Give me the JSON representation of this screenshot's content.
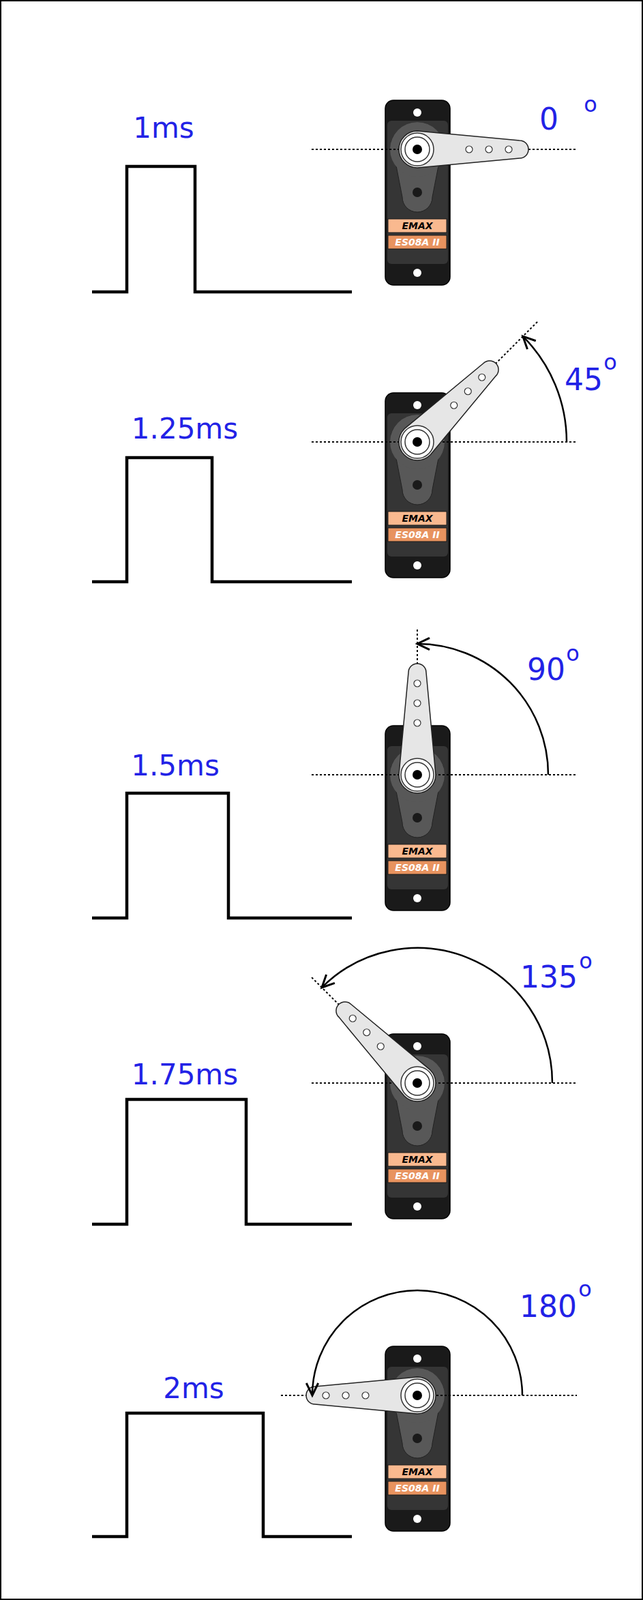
{
  "diagram": {
    "labels": [
      "1ms",
      "0",
      "o",
      "EMAX",
      "ES08A II",
      "1.25ms",
      "45",
      "o",
      "EMAX",
      "ES08A II",
      "1.5ms",
      "90",
      "o",
      "EMAX",
      "ES08A II",
      "1.75ms",
      "135",
      "o",
      "EMAX",
      "ES08A II",
      "2ms",
      "180",
      "o",
      "EMAX",
      "ES08A II"
    ]
  }
}
